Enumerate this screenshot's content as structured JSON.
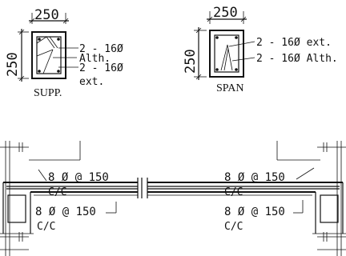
{
  "supp_section": {
    "width_dim": "250",
    "depth_dim": "250",
    "top_bar_label": "2 - 16Ø",
    "alt_label": "Alth.",
    "bottom_bar_label": "2 - 16Ø",
    "bottom_bar_ext": "ext.",
    "caption": "SUPP."
  },
  "span_section": {
    "width_dim": "250",
    "depth_dim": "250",
    "top_bar_label": "2 - 16Ø ext.",
    "bottom_bar_label": "2 - 16Ø Alth.",
    "caption": "SPAN"
  },
  "elevation": {
    "left_top_stirrup": "8 Ø @ 150",
    "left_top_cc": "C/C",
    "left_bottom_stirrup": "8 Ø @ 150",
    "left_bottom_cc": "C/C",
    "right_top_stirrup": "8 Ø @ 150",
    "right_top_cc": "C/C",
    "right_bottom_stirrup": "8 Ø @ 150",
    "right_bottom_cc": "C/C"
  }
}
